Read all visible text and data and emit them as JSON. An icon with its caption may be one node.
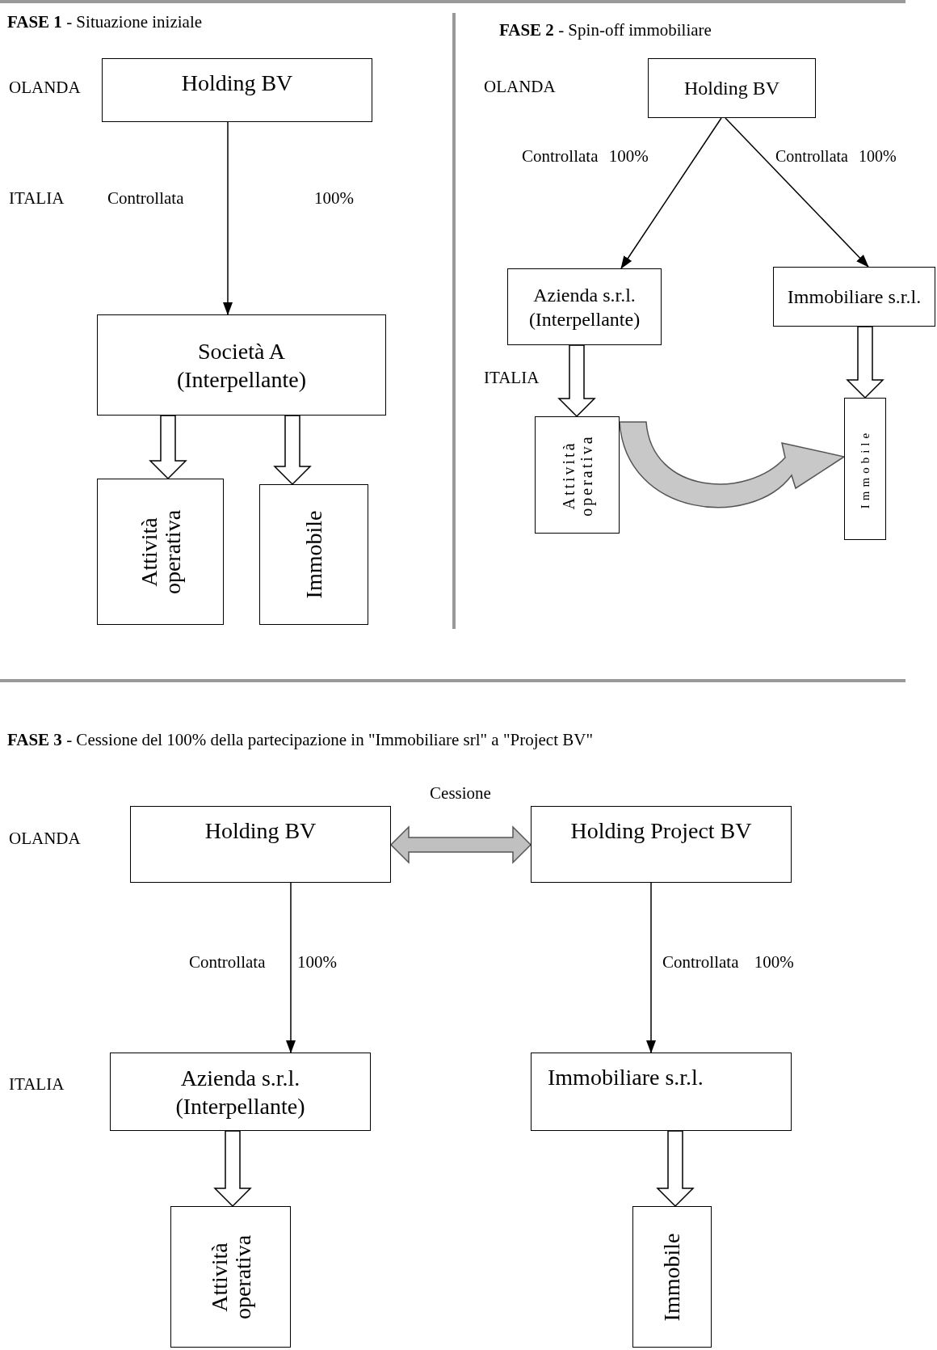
{
  "diagram": {
    "nodes": [
      {
        "text": [
          "Holding BV"
        ]
      },
      {
        "text": [
          "Società A",
          "(Interpellante)"
        ]
      },
      {
        "text": [
          "Attività operativa"
        ]
      },
      {
        "text": [
          "Immobile"
        ]
      },
      {
        "text": [
          "Holding BV"
        ]
      },
      {
        "text": [
          "Azienda s.r.l.",
          "(Interpellante)"
        ]
      },
      {
        "text": [
          "Immobiliare s.r.l."
        ]
      },
      {
        "text": [
          "Attività operativa"
        ]
      },
      {
        "text": [
          "Immobile"
        ]
      },
      {
        "text": [
          "Holding BV"
        ]
      },
      {
        "text": [
          "Holding Project BV"
        ]
      },
      {
        "text": [
          "Azienda s.r.l.",
          "(Interpellante)"
        ]
      },
      {
        "text": [
          "Immobiliare s.r.l."
        ]
      },
      {
        "text": [
          "Attività operativa"
        ]
      },
      {
        "text": [
          "Immobile"
        ]
      }
    ],
    "edges": [
      {
        "from": 0,
        "to": 1,
        "arrow": "to"
      },
      {
        "from": 1,
        "to": 2,
        "arrow": "to",
        "style": "thick"
      },
      {
        "from": 1,
        "to": 3,
        "arrow": "to",
        "style": "thick"
      },
      {
        "from": 4,
        "to": 5,
        "arrow": "to"
      },
      {
        "from": 4,
        "to": 6,
        "arrow": "to"
      },
      {
        "from": 5,
        "to": 7,
        "arrow": "to",
        "style": "thick"
      },
      {
        "from": 6,
        "to": 8,
        "arrow": "to",
        "style": "thick"
      },
      {
        "from": 7,
        "to": 8,
        "arrow": "to",
        "style": "thick",
        "color": "#c8c8c8"
      },
      {
        "from": 9,
        "to": 10,
        "arrow": "both",
        "style": "thick",
        "color": "#c0c0c0",
        "label": "Cessione"
      },
      {
        "from": 9,
        "to": 11,
        "arrow": "to"
      },
      {
        "from": 10,
        "to": 12,
        "arrow": "to"
      },
      {
        "from": 11,
        "to": 13,
        "arrow": "to",
        "style": "thick"
      },
      {
        "from": 12,
        "to": 14,
        "arrow": "to",
        "style": "thick"
      }
    ],
    "labels": [
      "**FASE 1** - Situazione iniziale",
      "OLANDA",
      "ITALIA",
      "Controllata",
      "100%",
      "**FASE 2** - Spin-off immobiliare",
      "OLANDA",
      "Controllata 100%",
      "Controllata 100%",
      "ITALIA",
      "**FASE 3** - Cessione del 100% della partecipazione in \"Immobiliare srl\" a \"Project BV\"",
      "OLANDA",
      "Controllata",
      "100%",
      "Controllata 100%",
      "ITALIA"
    ]
  }
}
